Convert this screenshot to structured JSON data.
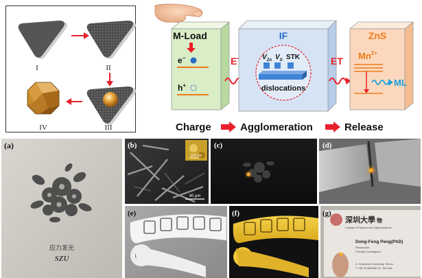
{
  "process": {
    "stage_labels": [
      "I",
      "II",
      "III",
      "IV"
    ]
  },
  "mechanism": {
    "mload": "M-Load",
    "electron": "e",
    "electron_sup": "−",
    "hole": "h",
    "hole_sup": "+",
    "et_left": "ET",
    "et_right": "ET",
    "interface": "IF",
    "vzn": "V",
    "vzn_sub": "Zn",
    "vs": "V",
    "vs_sub": "S",
    "stk": "STK",
    "dislocations": "dislocations",
    "host": "ZnS",
    "ion": "Mn",
    "ion_sup": "2+",
    "ml": "ML",
    "steps": [
      "Charge",
      "Agglomeration",
      "Release"
    ]
  },
  "photos": {
    "panel_labels": [
      "(a)",
      "(b)",
      "(c)",
      "(d)",
      "(e)",
      "(f)",
      "(g)"
    ],
    "sem_scale_main": "40 μm",
    "sem_scale_inset": "100 nm",
    "card_header": "深圳大學",
    "card_header_suffix": "物",
    "card_subtitle": "College of Physics and Optoelectronic",
    "card_name": "Dong-Feng Peng(PhD)",
    "card_role_1": "Researcher",
    "card_role_2": "Principle Investigator",
    "card_address": "A: Shenzhen University, Shenz",
    "card_phone": "T: +86-75-26861851 M: +86-1345",
    "paper_caption": "应力发光",
    "paper_signature": "SZU"
  },
  "colors": {
    "accent_red": "#e8202a",
    "ml_blue": "#1a9fe0",
    "box_green": "#d9edc6",
    "box_blue": "#d5e3f4",
    "box_orange": "#fbd8bd",
    "mn_orange": "#ef7a1a"
  }
}
